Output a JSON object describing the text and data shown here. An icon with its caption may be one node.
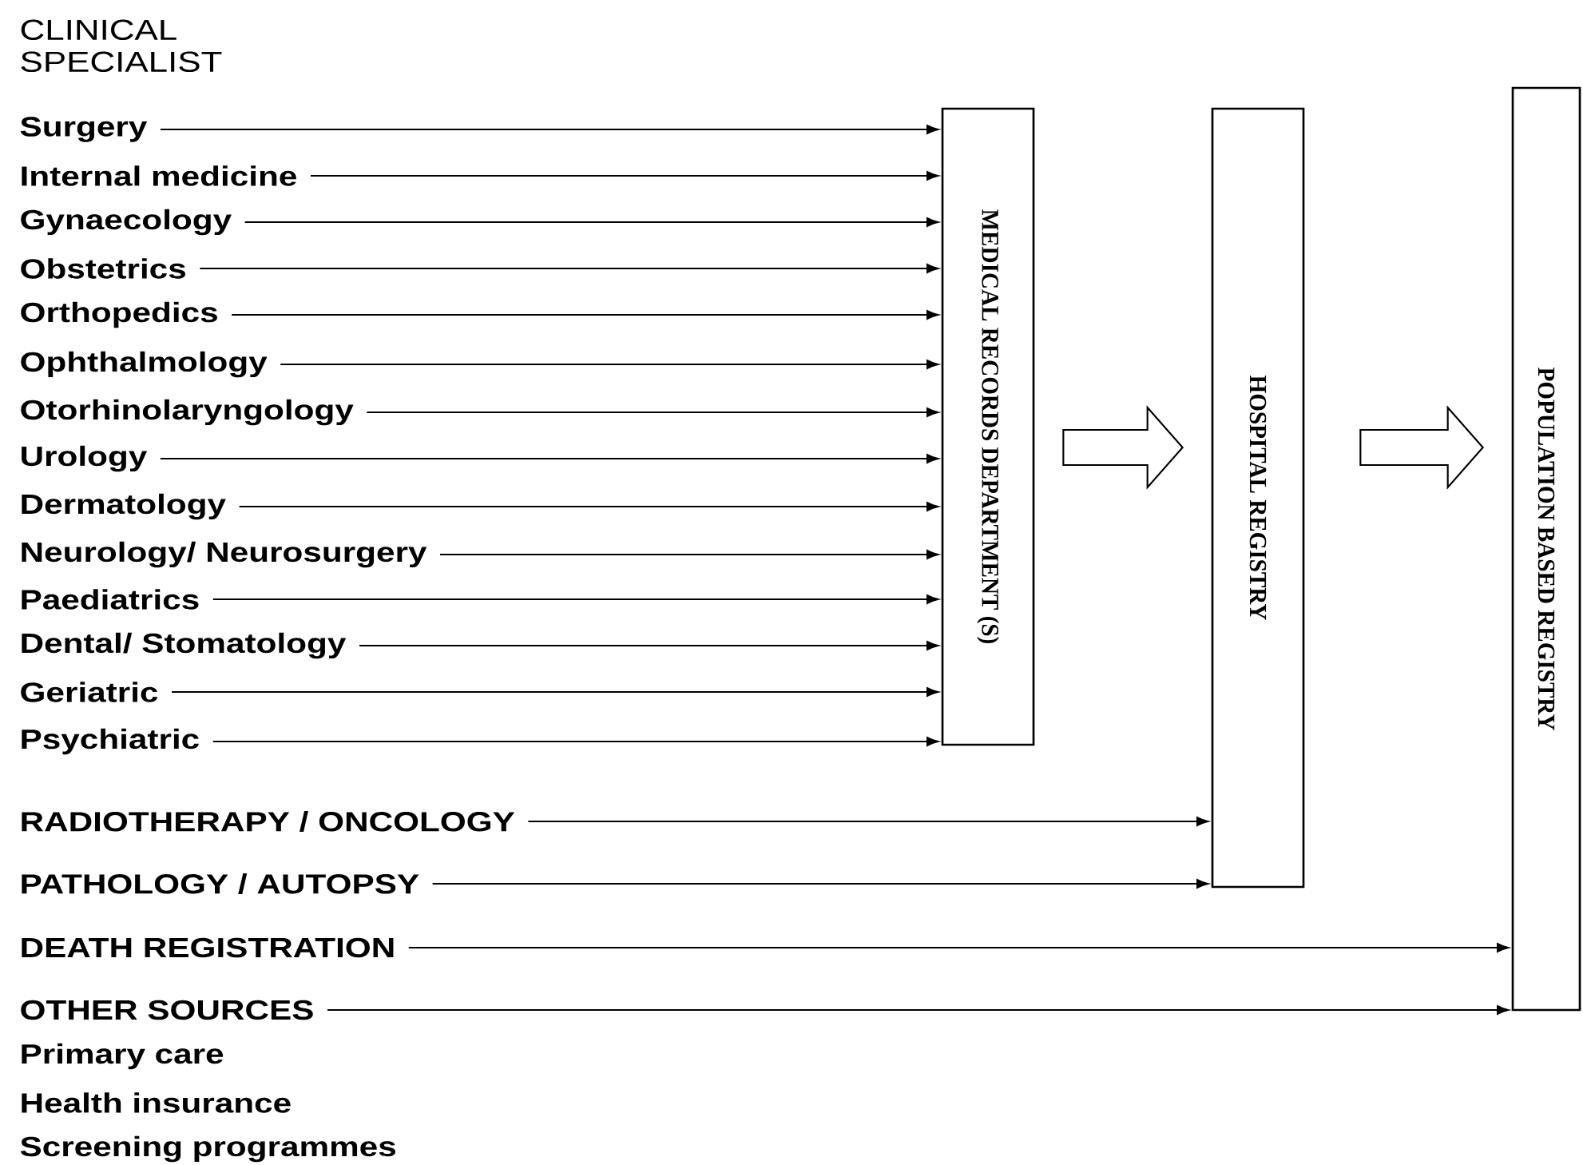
{
  "diagram": {
    "nodes": [
      {
        "text": [
          "Surgery"
        ]
      },
      {
        "text": [
          "Internal medicine"
        ]
      },
      {
        "text": [
          "Gynaecology"
        ]
      },
      {
        "text": [
          "Obstetrics"
        ]
      },
      {
        "text": [
          "Orthopedics"
        ]
      },
      {
        "text": [
          "Ophthalmology"
        ]
      },
      {
        "text": [
          "Otorhinolaryngology"
        ]
      },
      {
        "text": [
          "Urology"
        ]
      },
      {
        "text": [
          "Dermatology"
        ]
      },
      {
        "text": [
          "Neurology/ Neurosurgery"
        ]
      },
      {
        "text": [
          "Paediatrics"
        ]
      },
      {
        "text": [
          "Dental/ Stomatology"
        ]
      },
      {
        "text": [
          "Geriatric"
        ]
      },
      {
        "text": [
          "Psychiatric"
        ]
      },
      {
        "text": [
          "RADIOTHERAPY / ONCOLOGY"
        ]
      },
      {
        "text": [
          "PATHOLOGY / AUTOPSY"
        ]
      },
      {
        "text": [
          "DEATH REGISTRATION"
        ]
      },
      {
        "text": [
          "OTHER SOURCES"
        ]
      },
      {
        "text": [
          "MEDICAL RECORDS DEPARTMENT (S)"
        ]
      },
      {
        "text": [
          "HOSPITAL REGISTRY"
        ]
      },
      {
        "text": [
          "POPULATION BASED REGISTRY"
        ]
      }
    ],
    "edges": [
      {
        "from": 0,
        "to": 18,
        "arrow": "to"
      },
      {
        "from": 1,
        "to": 18,
        "arrow": "to"
      },
      {
        "from": 2,
        "to": 18,
        "arrow": "to"
      },
      {
        "from": 3,
        "to": 18,
        "arrow": "to"
      },
      {
        "from": 4,
        "to": 18,
        "arrow": "to"
      },
      {
        "from": 5,
        "to": 18,
        "arrow": "to"
      },
      {
        "from": 6,
        "to": 18,
        "arrow": "to"
      },
      {
        "from": 7,
        "to": 18,
        "arrow": "to"
      },
      {
        "from": 8,
        "to": 18,
        "arrow": "to"
      },
      {
        "from": 9,
        "to": 18,
        "arrow": "to"
      },
      {
        "from": 10,
        "to": 18,
        "arrow": "to"
      },
      {
        "from": 11,
        "to": 18,
        "arrow": "to"
      },
      {
        "from": 12,
        "to": 18,
        "arrow": "to"
      },
      {
        "from": 13,
        "to": 18,
        "arrow": "to"
      },
      {
        "from": 14,
        "to": 19,
        "arrow": "to"
      },
      {
        "from": 15,
        "to": 19,
        "arrow": "to"
      },
      {
        "from": 16,
        "to": 20,
        "arrow": "to"
      },
      {
        "from": 17,
        "to": 20,
        "arrow": "to"
      },
      {
        "from": 18,
        "to": 19,
        "arrow": "to",
        "style": "thick"
      },
      {
        "from": 19,
        "to": 20,
        "arrow": "to",
        "style": "thick"
      }
    ],
    "labels": [
      "CLINICAL SPECIALIST",
      "Primary care",
      "Health insurance",
      "Screening programmes"
    ]
  }
}
